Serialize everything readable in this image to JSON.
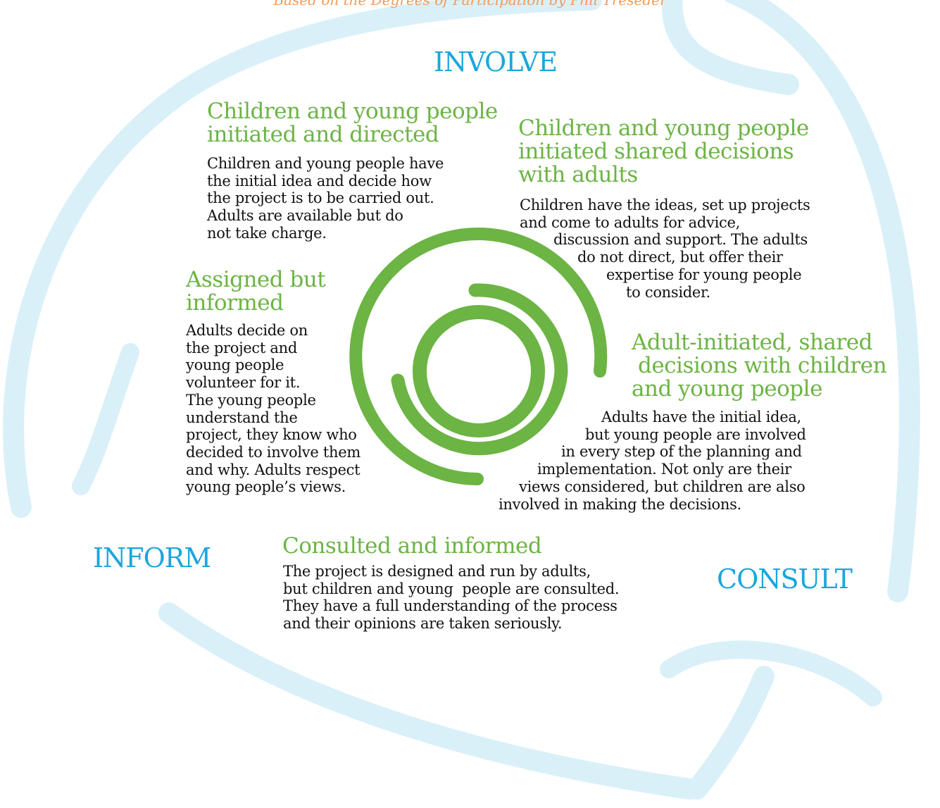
{
  "caption": "Based on the Degrees of Participation by Phil Treseder",
  "stages": {
    "involve": "INVOLVE",
    "inform": "INFORM",
    "consult": "CONSULT"
  },
  "sections": {
    "initiated_directed": {
      "heading": [
        "Children and young people",
        "initiated and directed"
      ],
      "desc": [
        "Children and young people have",
        "the initial idea and decide how",
        "the project is to be carried out.",
        "Adults are available but do",
        "not take charge."
      ]
    },
    "shared_with_adults": {
      "heading": [
        "Children and young people",
        "initiated shared decisions",
        "with adults"
      ],
      "desc": [
        "Children have the ideas, set up projects",
        "and come to adults for advice,",
        "discussion and support. The adults",
        "do not direct, but offer their",
        "expertise for young people",
        "to consider."
      ]
    },
    "assigned_informed": {
      "heading": [
        "Assigned but",
        "informed"
      ],
      "desc": [
        "Adults decide on",
        "the project and",
        "young people",
        "volunteer for it.",
        "The young people",
        "understand the",
        "project, they know who",
        "decided to involve them",
        "and why. Adults respect",
        "young people’s views."
      ]
    },
    "adult_initiated": {
      "heading": [
        "Adult-initiated, shared",
        "decisions with children",
        "and young people"
      ],
      "desc": [
        "Adults have the initial idea,",
        "but young people are involved",
        "in every step of the planning and",
        "implementation. Not only are their",
        "views considered, but children are also",
        "involved in making the decisions."
      ]
    },
    "consulted_informed": {
      "heading": [
        "Consulted and informed"
      ],
      "desc": [
        "The project is designed and run by adults,",
        "but children and young  people are consulted.",
        "They have a full understanding of the process",
        "and their opinions are taken seriously."
      ]
    }
  },
  "colors": {
    "green": "#6cb444",
    "cycle_blue": "#1ba6dc",
    "arrow_light_blue": "#daf0f9",
    "caption_orange": "#f39a56"
  },
  "icons": [
    "cycle-arrows",
    "concentric-rings"
  ]
}
